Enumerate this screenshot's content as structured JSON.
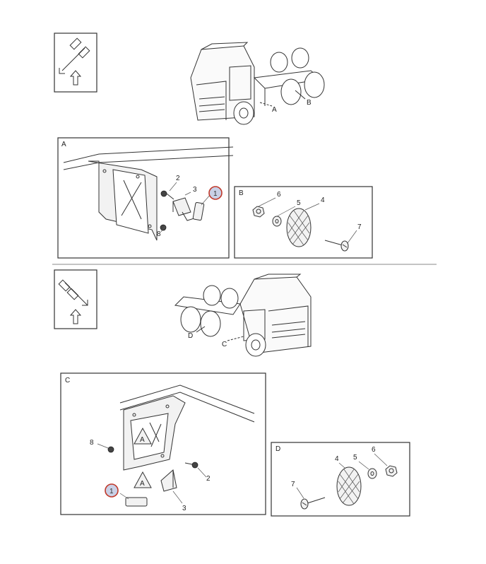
{
  "views": {
    "top_view_labels": [
      "A",
      "B"
    ],
    "bottom_view_labels": [
      "C",
      "D"
    ]
  },
  "panels": {
    "A": {
      "title": "A",
      "parts": [
        "2",
        "3",
        "1",
        "8"
      ]
    },
    "B": {
      "title": "B",
      "parts": [
        "6",
        "5",
        "4",
        "7"
      ]
    },
    "C": {
      "title": "C",
      "parts": [
        "8",
        "2",
        "1",
        "3"
      ],
      "warning_marks": [
        "A",
        "A"
      ]
    },
    "D": {
      "title": "D",
      "parts": [
        "4",
        "5",
        "6",
        "7"
      ]
    }
  },
  "colors": {
    "callout_fill": "#c9d0e6",
    "callout_ring": "#c0392b",
    "line": "#333333"
  }
}
